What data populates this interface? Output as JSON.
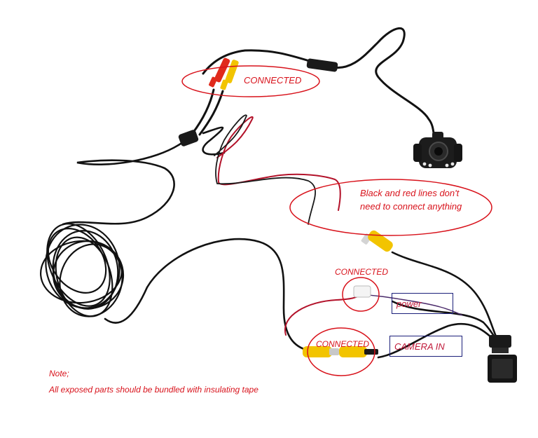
{
  "annotations": {
    "connected_top": "CONNECTED",
    "black_red_line1": "Black and red lines don't",
    "black_red_line2": "need to connect anything",
    "connected_mid": "CONNECTED",
    "power_label": "power",
    "connected_bottom": "CONNECTED",
    "camera_in_label": "CAMERA IN",
    "note_title": "Note;",
    "note_text": "All exposed parts should be bundled with insulating tape"
  },
  "colors": {
    "annotation_red": "#d8121b",
    "box_border": "#1b1f7a",
    "cable_black": "#121212",
    "wire_red": "#b3122a",
    "rca_yellow": "#f2c400",
    "rca_red": "#e02a1c"
  },
  "icons": [
    "rear-camera-icon",
    "rca-connector-icon",
    "cable-coil-icon",
    "wire-connector-icon"
  ]
}
